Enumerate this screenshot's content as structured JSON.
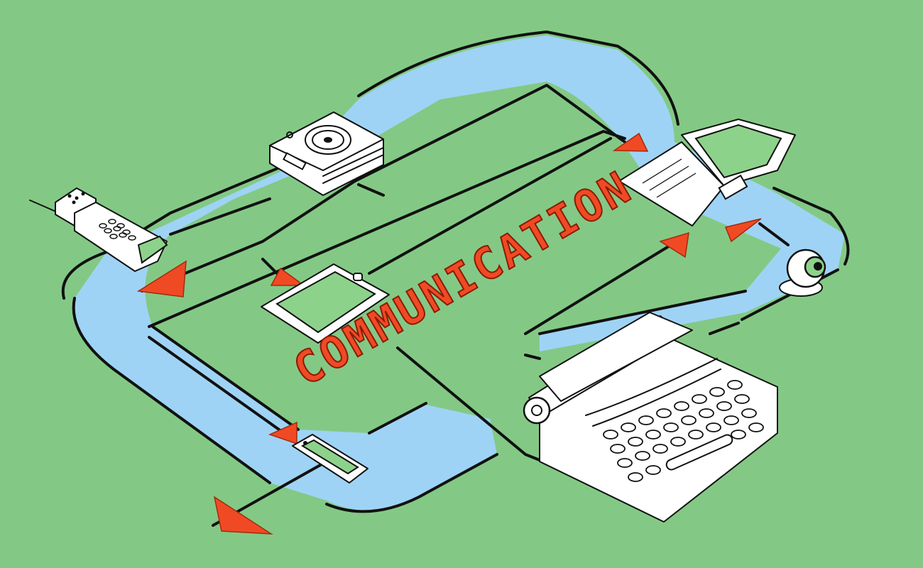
{
  "title": "COMMUNICATION",
  "colors": {
    "background": "#83c985",
    "path": "#9fd3f5",
    "ink": "#111111",
    "arrow": "#f04a24",
    "device": "#ffffff",
    "screen": "#8dd28b"
  },
  "devices": [
    {
      "name": "cordless-phone",
      "icon": "phone-handset-icon"
    },
    {
      "name": "cd-player",
      "icon": "disc-player-icon"
    },
    {
      "name": "tablet",
      "icon": "tablet-icon"
    },
    {
      "name": "laptop",
      "icon": "laptop-icon"
    },
    {
      "name": "webcam",
      "icon": "webcam-icon"
    },
    {
      "name": "smartphone",
      "icon": "smartphone-icon"
    },
    {
      "name": "typewriter",
      "icon": "typewriter-icon"
    }
  ]
}
